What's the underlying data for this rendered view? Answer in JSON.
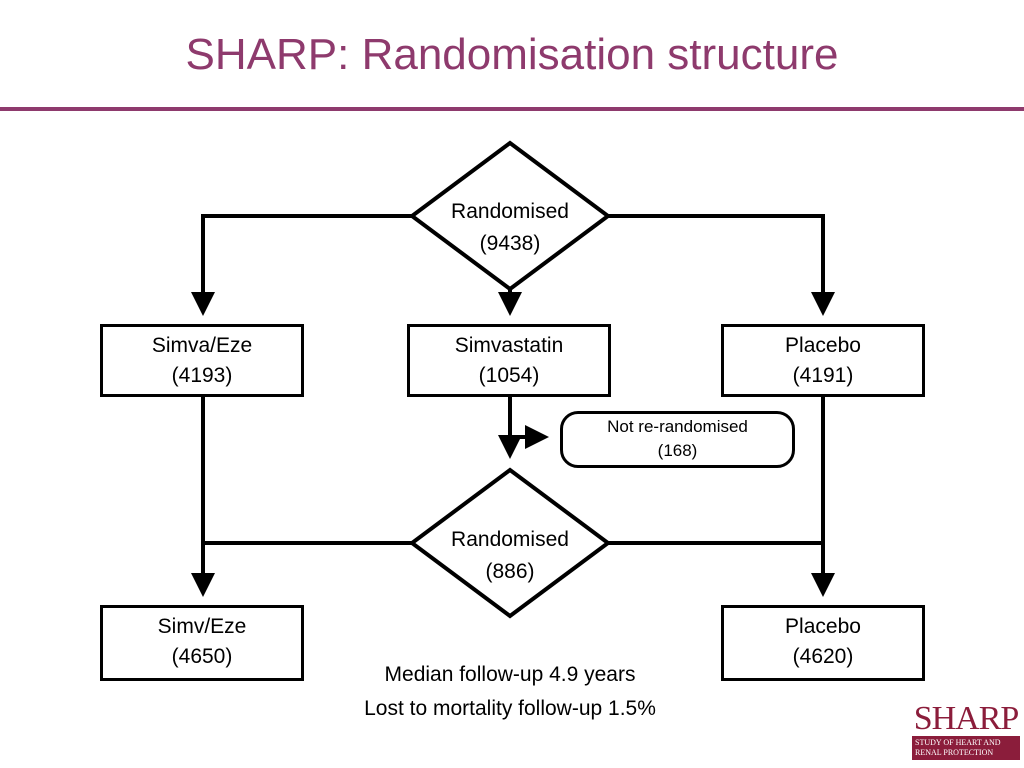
{
  "title": "SHARP: Randomisation structure",
  "nodes": {
    "randomised_top": {
      "label": "Randomised",
      "count": "(9438)"
    },
    "simva_eze": {
      "label": "Simva/Eze",
      "count": "(4193)"
    },
    "simvastatin": {
      "label": "Simvastatin",
      "count": "(1054)"
    },
    "placebo_top": {
      "label": "Placebo",
      "count": "(4191)"
    },
    "not_rerandomised": {
      "label": "Not re-randomised",
      "count": "(168)"
    },
    "randomised_mid": {
      "label": "Randomised",
      "count": "(886)"
    },
    "simv_eze_final": {
      "label": "Simv/Eze",
      "count": "(4650)"
    },
    "placebo_final": {
      "label": "Placebo",
      "count": "(4620)"
    }
  },
  "notes": {
    "line1": "Median follow-up 4.9 years",
    "line2": "Lost to mortality follow-up 1.5%"
  },
  "logo": {
    "word": "SHARP",
    "band_line1": "STUDY OF HEART AND",
    "band_line2": "RENAL PROTECTION"
  },
  "colors": {
    "accent": "#8e3a6d",
    "logo": "#8b1d3b"
  }
}
